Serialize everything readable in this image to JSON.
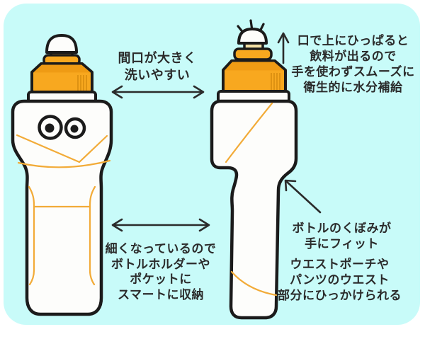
{
  "colors": {
    "page_bg": "#ffffff",
    "panel_bg": "#c8fbf9",
    "outline": "#1b1b1b",
    "bottle_white": "#fdfdfb",
    "cap_orange": "#f8a81f",
    "cap_orange_dark": "#ef9b14",
    "cap_stripe": "#d98f10",
    "stem_cream": "#f2dfa4",
    "accent_line": "#f2ab38",
    "text": "#2b2b2b",
    "arrow": "#2b2b2b"
  },
  "annotations": {
    "wide_mouth": {
      "lines": [
        "間口が大きく",
        "洗いやすい"
      ]
    },
    "mouth_pull": {
      "lines": [
        "口で上にひっぱると",
        "飲料が出るので",
        "手を使わずスムーズに",
        "衛生的に水分補給"
      ]
    },
    "slim_body": {
      "lines": [
        "細くなっているので",
        "ボトルホルダーや",
        "ポケットに",
        "スマートに収納"
      ]
    },
    "grip_fit": {
      "lines": [
        "ボトルのくぼみが",
        "手にフィット"
      ]
    },
    "waist_hook": {
      "lines": [
        "ウエストポーチや",
        "パンツのウエスト",
        "部分にひっかけられる"
      ]
    }
  },
  "icons": {
    "top_between_bottles": "double-horizontal-arrow-icon",
    "bottom_left": "double-horizontal-arrow-icon",
    "top_right": "up-arrow-icon",
    "bottom_right": "up-left-arrow-icon",
    "above_spout": "pop-burst-icon"
  }
}
